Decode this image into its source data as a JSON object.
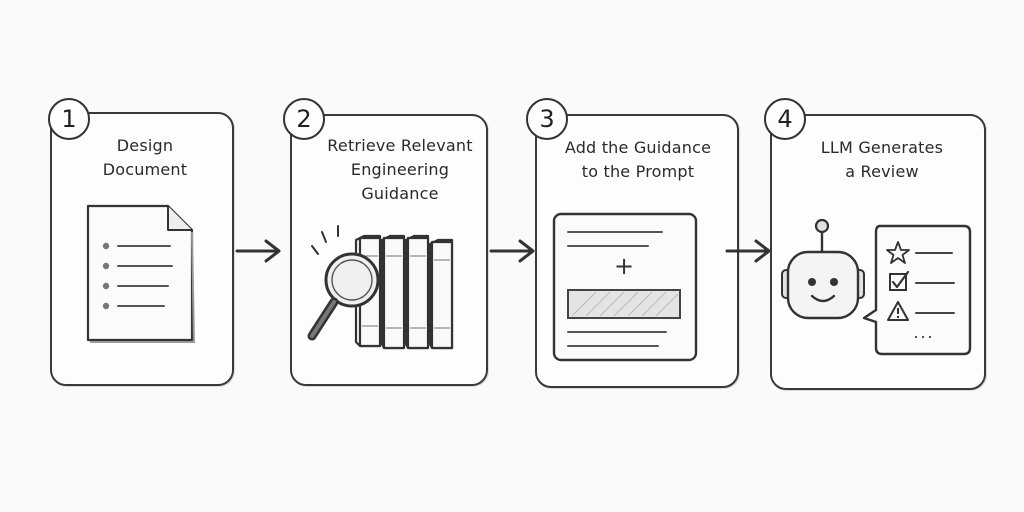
{
  "steps": [
    {
      "number": "1",
      "title": "Design\nDocument",
      "icon": "document-icon"
    },
    {
      "number": "2",
      "title": "Retrieve Relevant\nEngineering\nGuidance",
      "icon": "magnifier-books-icon"
    },
    {
      "number": "3",
      "title": "Add the Guidance\nto the Prompt",
      "icon": "prompt-window-icon",
      "plus_label": "+"
    },
    {
      "number": "4",
      "title": "LLM Generates\na Review",
      "icon": "robot-icon",
      "ellipsis": "..."
    }
  ],
  "review_items": [
    "star-icon",
    "checkbox-icon",
    "warning-icon"
  ],
  "colors": {
    "ink": "#3a3a3a",
    "paper": "#fdfdfb",
    "background": "#fafaf8"
  }
}
